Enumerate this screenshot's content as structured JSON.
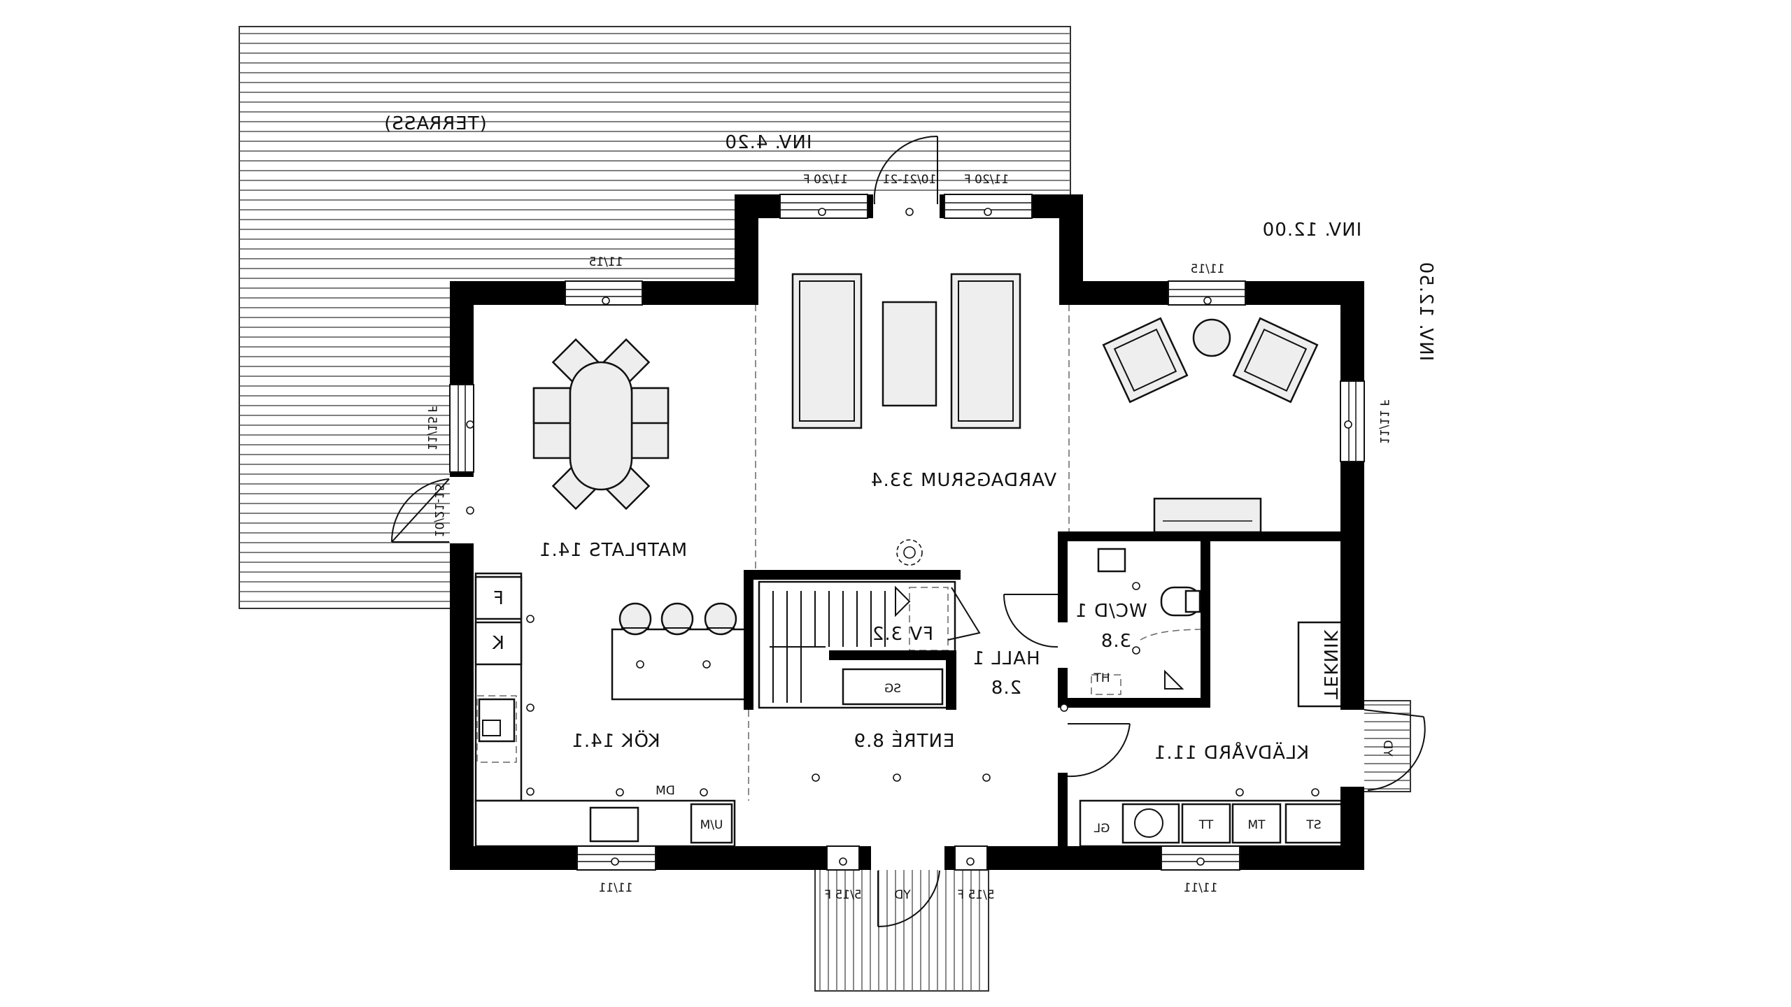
{
  "plan": {
    "terrace_label": "(TERRASS)",
    "outside_levels": [
      "INV. 4.20",
      "INV. 12.00",
      "INV. 12.50"
    ],
    "rooms": {
      "matplats": "MATPLATS 14.1",
      "vardagsrum": "VARDAGSRUM 33.4",
      "kok": "KÖK 14.1",
      "entre": "ENTRÉ 8.9",
      "hall_name": "HALL 1",
      "hall_area": "2.8",
      "wc_name": "WC/D 1",
      "wc_area": "3.8",
      "kladvard": "KLÄDVÅRD 11.1",
      "teknik": "TEKNIK",
      "fv": "FV 3.2"
    },
    "window_labels": {
      "w_top_left": "11/20 F",
      "w_top_door": "10/21-21",
      "w_top_right": "11/20 F",
      "w_north_left": "11/15",
      "w_north_right": "11/15",
      "w_west_upper": "11/15 F",
      "w_west_door": "10/21-15",
      "w_east": "11/11 F",
      "w_south_left": "11/11",
      "w_south_right": "11/11",
      "w_entry_left": "5/15 F",
      "w_entry_right": "5/15 F"
    },
    "fixtures": {
      "freezer": "F",
      "fridge": "K",
      "dishwasher": "DM",
      "microwave": "U/M",
      "shoe_cabinet": "SG",
      "hat_shelf": "HT",
      "exterior_door_south": "YD",
      "exterior_door_east": "YD",
      "laundry_gl": "GL",
      "laundry_tt": "TT",
      "laundry_tm": "TM",
      "laundry_st": "ST"
    }
  }
}
